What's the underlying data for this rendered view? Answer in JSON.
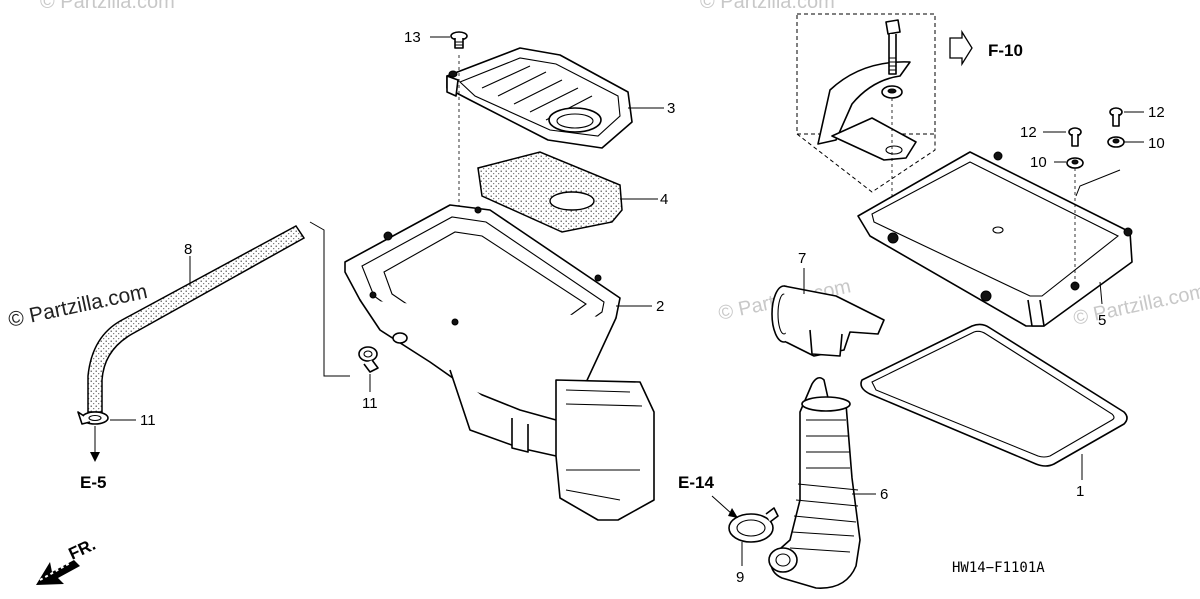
{
  "watermark": {
    "main": "© Partzilla.com",
    "repeat": [
      "© Partzilla.com",
      "© Partzilla.com",
      "© Partzilla.com",
      "© Partzilla.com",
      "© Partzilla.com"
    ]
  },
  "callouts": {
    "c1": "1",
    "c2": "2",
    "c3": "3",
    "c4": "4",
    "c5": "5",
    "c6": "6",
    "c7": "7",
    "c8": "8",
    "c9": "9",
    "c10a": "10",
    "c10b": "10",
    "c11a": "11",
    "c11b": "11",
    "c12a": "12",
    "c12b": "12",
    "c13": "13"
  },
  "references": {
    "e5": "E-5",
    "e14": "E-14",
    "f10": "F-10",
    "front": "FR."
  },
  "diagram_code": "HW14−F1101A",
  "colors": {
    "line": "#000000",
    "background": "#ffffff",
    "watermark": "#c8c8c8"
  }
}
